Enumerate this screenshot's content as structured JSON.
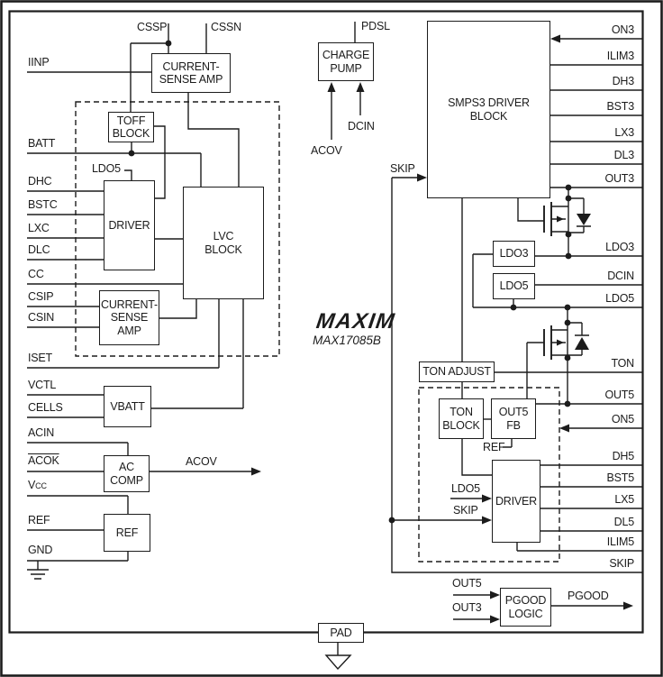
{
  "brand": {
    "logo": "MAXIM",
    "part": "MAX17085B"
  },
  "blocks": {
    "cs_amp_top": {
      "lines": [
        "CURRENT-",
        "SENSE AMP"
      ]
    },
    "toff": {
      "lines": [
        "TOFF",
        "BLOCK"
      ]
    },
    "driver_chg": {
      "lines": [
        "DRIVER"
      ]
    },
    "lvc": {
      "lines": [
        "LVC",
        "BLOCK"
      ]
    },
    "cs_amp_chg": {
      "lines": [
        "CURRENT-",
        "SENSE",
        "AMP"
      ]
    },
    "vbatt": {
      "lines": [
        "VBATT"
      ]
    },
    "ac_comp": {
      "lines": [
        "AC",
        "COMP"
      ]
    },
    "ref": {
      "lines": [
        "REF"
      ]
    },
    "charge_pump": {
      "lines": [
        "CHARGE",
        "PUMP"
      ]
    },
    "smps3": {
      "lines": [
        "SMPS3 DRIVER",
        "BLOCK"
      ]
    },
    "ldo3": {
      "lines": [
        "LDO3"
      ]
    },
    "ldo5": {
      "lines": [
        "LDO5"
      ]
    },
    "ton_adjust": {
      "lines": [
        "TON ADJUST"
      ]
    },
    "ton_block": {
      "lines": [
        "TON",
        "BLOCK"
      ]
    },
    "out5_fb": {
      "lines": [
        "OUT5",
        "FB"
      ]
    },
    "driver_smps5": {
      "lines": [
        "DRIVER"
      ]
    },
    "pgood_logic": {
      "lines": [
        "PGOOD",
        "LOGIC"
      ]
    },
    "pad": {
      "lines": [
        "PAD"
      ]
    }
  },
  "pins": {
    "top": {
      "cssp": "CSSP",
      "cssn": "CSSN",
      "pdsl": "PDSL"
    },
    "left": {
      "iinp": "IINP",
      "batt": "BATT",
      "dhc": "DHC",
      "bstc": "BSTC",
      "lxc": "LXC",
      "dlc": "DLC",
      "cc": "CC",
      "csip": "CSIP",
      "csin": "CSIN",
      "iset": "ISET",
      "vctl": "VCTL",
      "cells": "CELLS",
      "acin": "ACIN",
      "acok": "ACOK",
      "vcc_main": "V",
      "vcc_sub": "CC",
      "ref": "REF",
      "gnd": "GND"
    },
    "right": {
      "on3": "ON3",
      "ilim3": "ILIM3",
      "dh3": "DH3",
      "bst3": "BST3",
      "lx3": "LX3",
      "dl3": "DL3",
      "out3": "OUT3",
      "ldo3": "LDO3",
      "dcin": "DCIN",
      "ldo5": "LDO5",
      "ton": "TON",
      "out5": "OUT5",
      "on5": "ON5",
      "dh5": "DH5",
      "bst5": "BST5",
      "lx5": "LX5",
      "dl5": "DL5",
      "ilim5": "ILIM5",
      "skip": "SKIP"
    }
  },
  "signals": {
    "skip_smps3": "SKIP",
    "ldo5_chg": "LDO5",
    "acov_comp": "ACOV",
    "acov_cp": "ACOV",
    "dcin_cp": "DCIN",
    "ldo5_drv5": "LDO5",
    "skip_drv5": "SKIP",
    "ref_fb": "REF",
    "out5_pgood": "OUT5",
    "out3_pgood": "OUT3",
    "pgood_out": "PGOOD"
  },
  "colors": {
    "line": "#1c1c1c",
    "background": "#ffffff"
  }
}
